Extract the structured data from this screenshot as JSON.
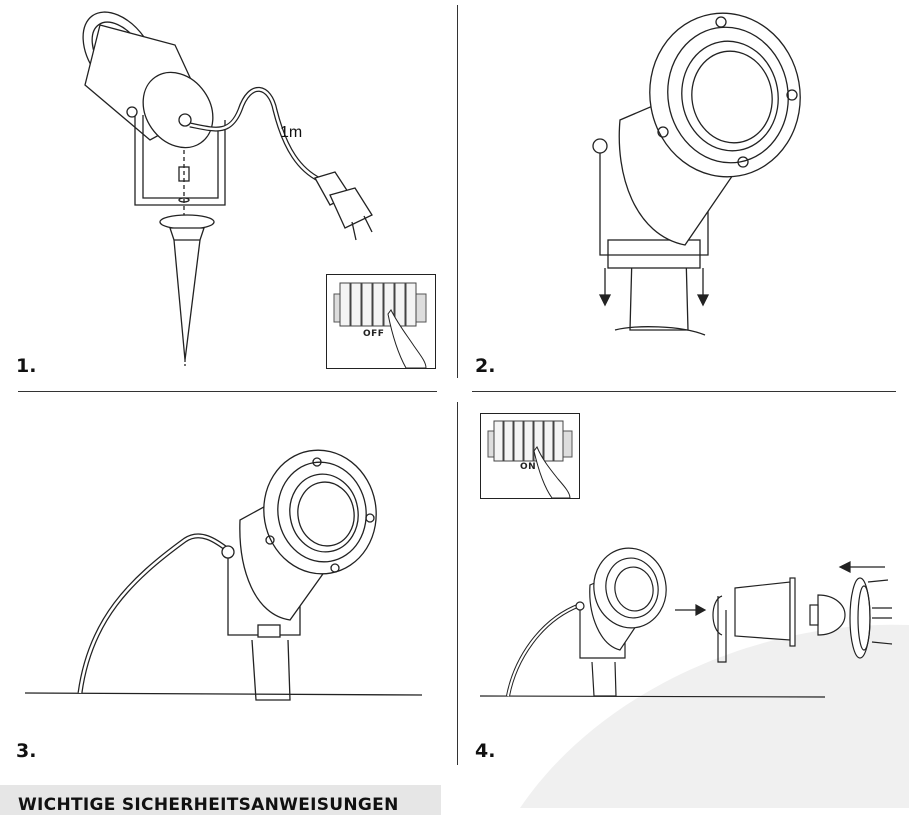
{
  "steps": [
    {
      "number": "1.",
      "cable_length": "1m",
      "switch_label": "OFF"
    },
    {
      "number": "2."
    },
    {
      "number": "3."
    },
    {
      "number": "4.",
      "switch_label": "ON"
    }
  ],
  "safety": {
    "title": "WICHTIGE SICHERHEITSANWEISUNGEN"
  },
  "colors": {
    "line": "#222222",
    "divider": "#333333",
    "background_curve": "#f0f0f0",
    "safety_bar": "#e6e6e6"
  }
}
